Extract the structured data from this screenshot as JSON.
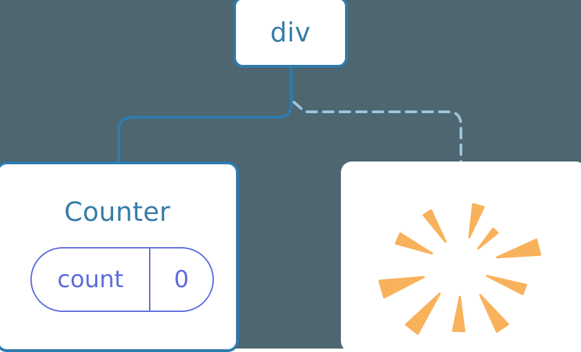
{
  "diagram": {
    "title": "component-tree-with-state-update-burst",
    "background_color": "#4d6670"
  },
  "nodes": {
    "root": {
      "label": "div",
      "text_color": "#377ca8",
      "border_color": "#2e7bae",
      "fill_color": "#ffffff"
    },
    "counter": {
      "label": "Counter",
      "text_color": "#377ca8",
      "border_color": "#2e7bae",
      "fill_color": "#ffffff",
      "state": {
        "key": "count",
        "value": "0",
        "accent_color": "#5c6bde"
      }
    },
    "burst": {
      "fill_color": "#ffffff",
      "ray_color": "#f8b25c",
      "ray_count": 10
    }
  },
  "edges": [
    {
      "name": "root-to-counter",
      "style": "solid",
      "color": "#2e7bae",
      "width": 4
    },
    {
      "name": "root-to-burst",
      "style": "dashed",
      "color": "#9dc4dc",
      "width": 4,
      "dash": "14 10"
    }
  ],
  "burst_rays": [
    {
      "angle": -74,
      "inner": 44,
      "outer": 92,
      "half_width_deg": 5.0
    },
    {
      "angle": -46,
      "inner": 36,
      "outer": 72,
      "half_width_deg": 3.6
    },
    {
      "angle": -14,
      "inner": 54,
      "outer": 116,
      "half_width_deg": 5.6
    },
    {
      "angle": 20,
      "inner": 40,
      "outer": 98,
      "half_width_deg": 4.2
    },
    {
      "angle": 56,
      "inner": 50,
      "outer": 108,
      "half_width_deg": 5.2
    },
    {
      "angle": 92,
      "inner": 44,
      "outer": 94,
      "half_width_deg": 5.0
    },
    {
      "angle": 128,
      "inner": 50,
      "outer": 116,
      "half_width_deg": 5.4
    },
    {
      "angle": 164,
      "inner": 56,
      "outer": 120,
      "half_width_deg": 6.0
    },
    {
      "angle": 204,
      "inner": 46,
      "outer": 100,
      "half_width_deg": 4.6
    },
    {
      "angle": 238,
      "inner": 42,
      "outer": 92,
      "half_width_deg": 4.0
    }
  ]
}
